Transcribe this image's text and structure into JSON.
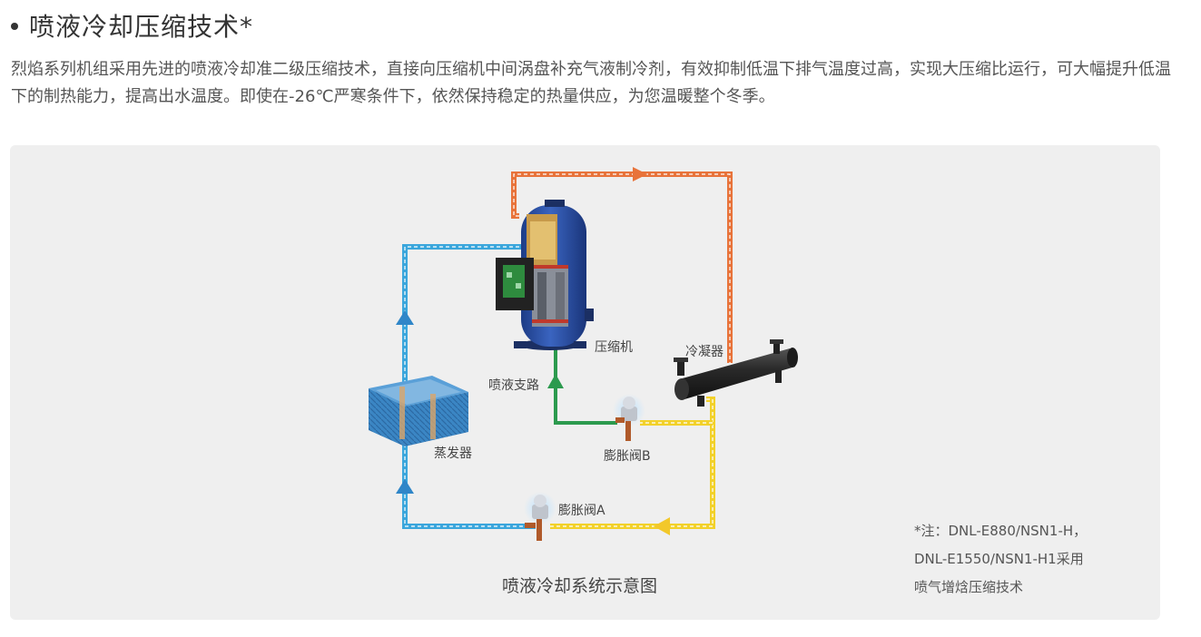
{
  "header": {
    "title": "喷液冷却压缩技术*"
  },
  "description": "烈焰系列机组采用先进的喷液冷却准二级压缩技术，直接向压缩机中间涡盘补充气液制冷剂，有效抑制低温下排气温度过高，实现大压缩比运行，可大幅提升低温下的制热能力，提高出水温度。即使在-26℃严寒条件下，依然保持稳定的热量供应，为您温暖整个冬季。",
  "diagram": {
    "labels": {
      "compressor": "压缩机",
      "condenser": "冷凝器",
      "injection_branch": "喷液支路",
      "evaporator": "蒸发器",
      "valve_b": "膨胀阀B",
      "valve_a": "膨胀阀A"
    },
    "caption": "喷液冷却系统示意图",
    "colors": {
      "hot_gas": "#e8733a",
      "liquid": "#f2d12a",
      "suction": "#3aa6dc",
      "injection": "#2c9a4e",
      "compressor_body": "#2a4fa3",
      "evaporator": "#3b86c4"
    }
  },
  "note": {
    "line1": "*注：DNL-E880/NSN1-H，",
    "line2": "DNL-E1550/NSN1-H1采用",
    "line3": "喷气增焓压缩技术"
  }
}
